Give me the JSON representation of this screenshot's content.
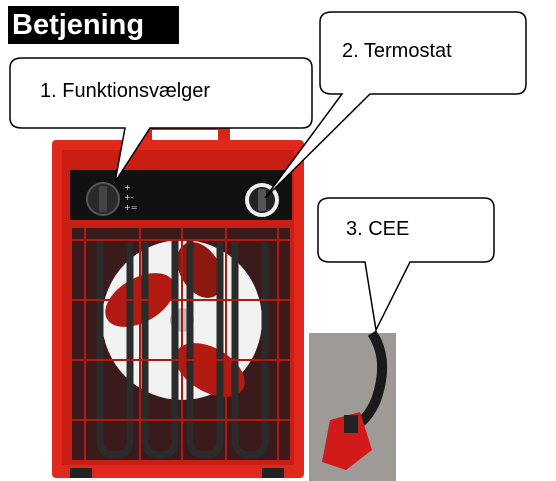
{
  "title": "Betjening",
  "callouts": {
    "function_selector": "1. Funktionsvælger",
    "thermostat": "2. Termostat",
    "cee": "3. CEE"
  },
  "colors": {
    "heater_body": "#e0281c",
    "front_panel": "#111111",
    "title_bg": "#000000",
    "title_text": "#ffffff"
  }
}
